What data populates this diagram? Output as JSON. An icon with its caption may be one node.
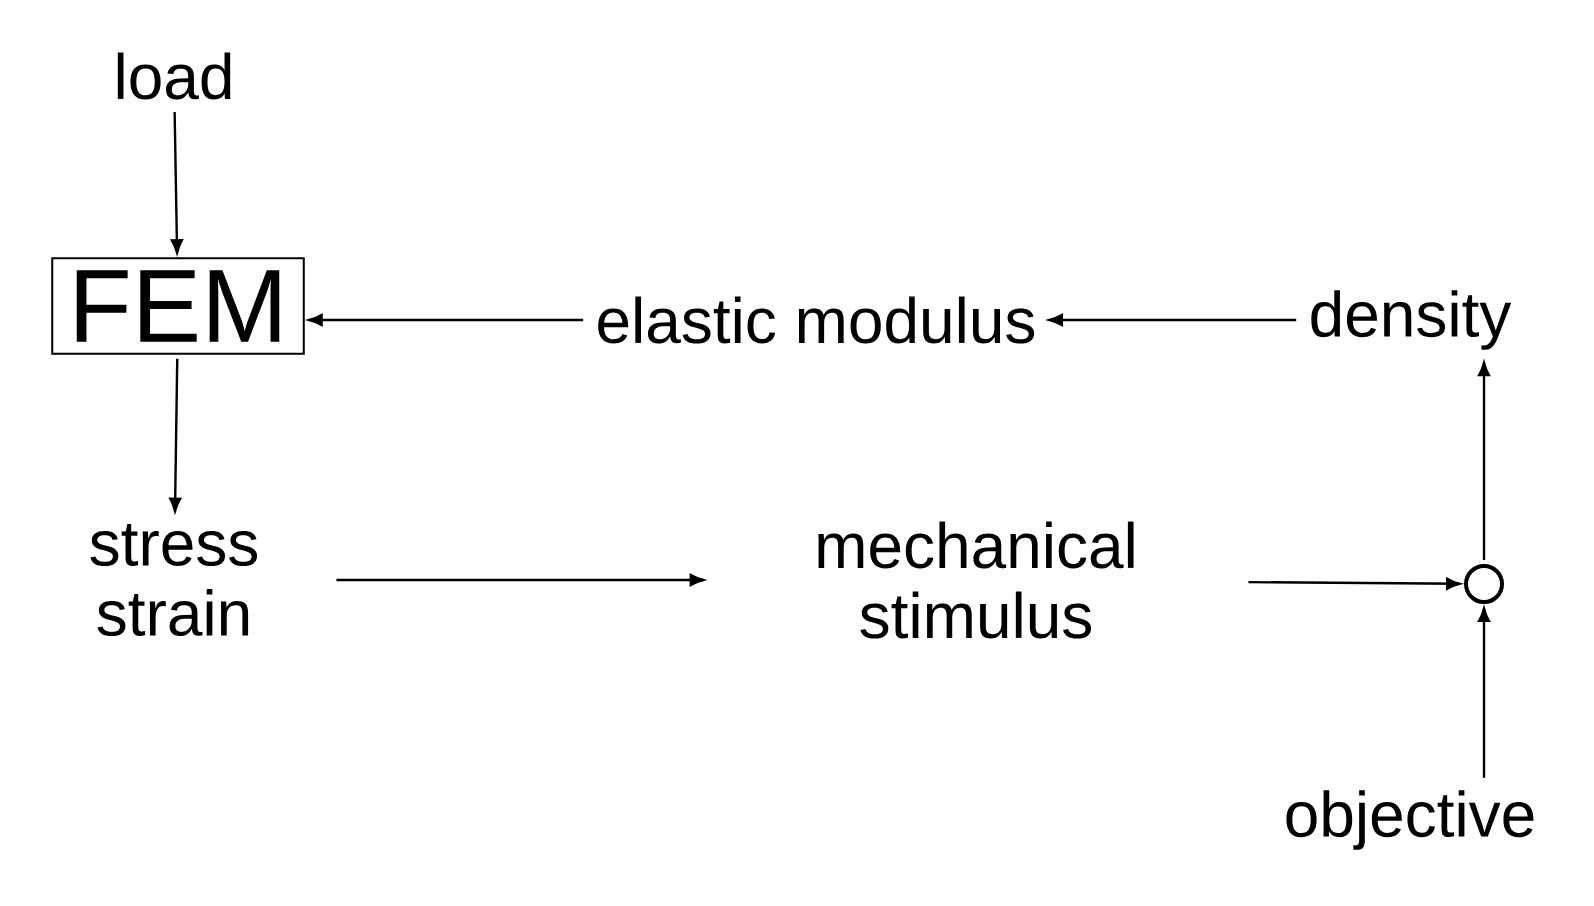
{
  "diagram": {
    "nodes": [
      {
        "text": [
          "load"
        ]
      },
      {
        "text": [
          "FEM"
        ]
      },
      {
        "text": [
          "elastic modulus"
        ]
      },
      {
        "text": [
          "density"
        ]
      },
      {
        "text": [
          "stress strain"
        ]
      },
      {
        "text": [
          "mechanical stimulus"
        ]
      },
      {
        "text": [],
        "shape": "circle"
      },
      {
        "text": [
          "objective"
        ]
      }
    ],
    "edges": [
      {
        "from": 0,
        "to": 1,
        "arrow": "to"
      },
      {
        "from": 2,
        "to": 1,
        "arrow": "to"
      },
      {
        "from": 3,
        "to": 2,
        "arrow": "to"
      },
      {
        "from": 1,
        "to": 4,
        "arrow": "to"
      },
      {
        "from": 4,
        "to": 5,
        "arrow": "to"
      },
      {
        "from": 5,
        "to": 6,
        "arrow": "to"
      },
      {
        "from": 6,
        "to": 3,
        "arrow": "to"
      },
      {
        "from": 7,
        "to": 6,
        "arrow": "to"
      }
    ]
  }
}
